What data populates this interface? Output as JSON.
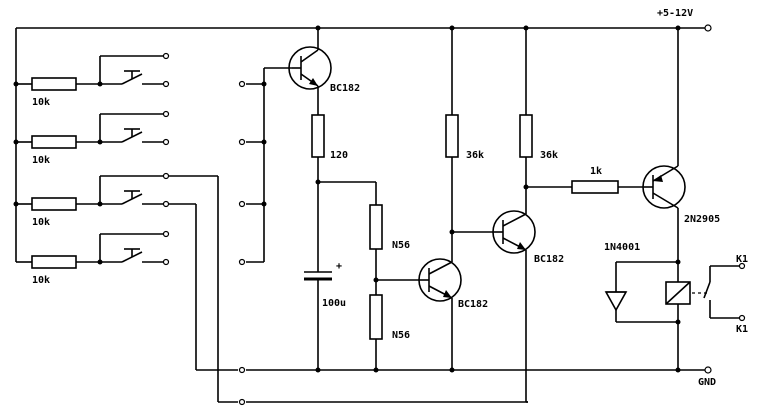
{
  "labels": {
    "supply": "+5-12V",
    "ground": "GND",
    "r_keypad_1": "10k",
    "r_keypad_2": "10k",
    "r_keypad_3": "10k",
    "r_keypad_4": "10k",
    "q1_type": "BC182",
    "r_emitter": "120",
    "cap": "100u",
    "r_n56_top": "N56",
    "r_n56_bottom": "N56",
    "q2_type": "BC182",
    "r_36k_a": "36k",
    "r_36k_b": "36k",
    "q3_type": "BC182",
    "r_1k": "1k",
    "q4_type": "2N2905",
    "diode": "1N4001",
    "contact_top": "K1",
    "contact_bottom": "K1"
  }
}
